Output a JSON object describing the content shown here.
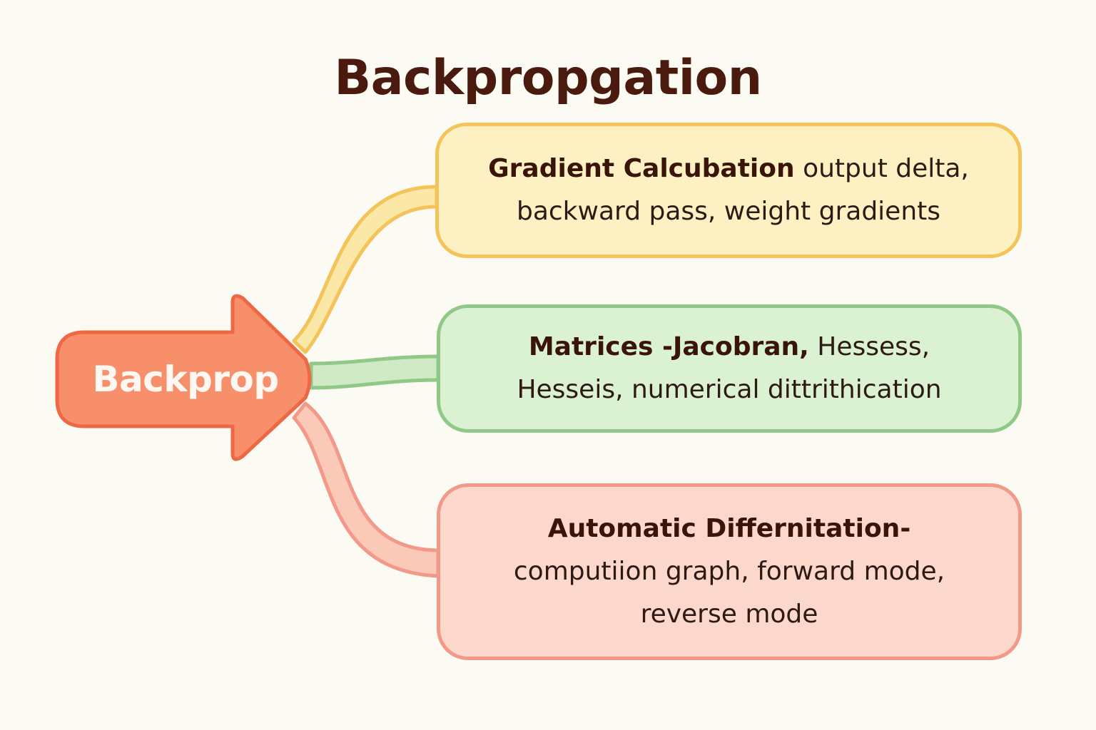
{
  "title": "Backpropgation",
  "root": {
    "label": "Backprop"
  },
  "branches": [
    {
      "id": "gradient",
      "head": "Gradient Calcubation",
      "line1_rest": " output delta,",
      "line2": "backward pass, weight gradients"
    },
    {
      "id": "matrices",
      "head": "Matrices -Jacobran,",
      "line1_rest": " Hessess,",
      "line2": "Hesseis, numerical dittrithication"
    },
    {
      "id": "autodiff",
      "head": "Automatic Differnitation-",
      "line2": "computiion graph, forward mode,",
      "line3": "reverse mode"
    }
  ],
  "colors": {
    "background": "#fbfaf3",
    "title": "#4a1a0e",
    "root_fill": "#f7906a",
    "root_stroke": "#ee6846",
    "gradient_fill": "#fdf1c4",
    "gradient_border": "#f4c45a",
    "matrices_fill": "#daf1d2",
    "matrices_border": "#8fc887",
    "autodiff_fill": "#fbd8cb",
    "autodiff_border": "#f3998a"
  }
}
